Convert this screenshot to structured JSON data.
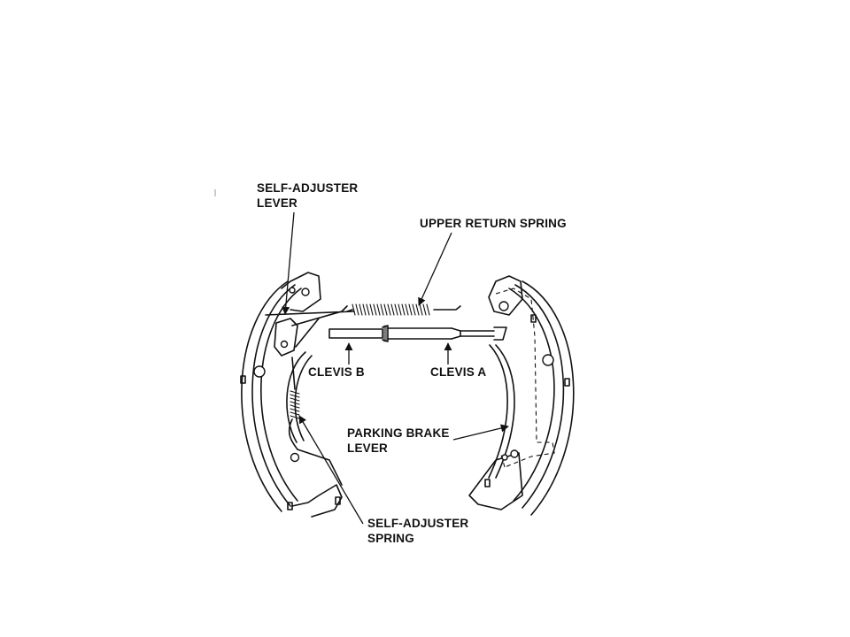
{
  "labels": {
    "self_adjuster_lever": [
      "SELF-ADJUSTER",
      "LEVER"
    ],
    "upper_return_spring": "UPPER RETURN SPRING",
    "clevis_b": "CLEVIS B",
    "clevis_a": "CLEVIS A",
    "parking_brake_lever": [
      "PARKING BRAKE",
      "LEVER"
    ],
    "self_adjuster_spring": [
      "SELF-ADJUSTER",
      "SPRING"
    ]
  }
}
